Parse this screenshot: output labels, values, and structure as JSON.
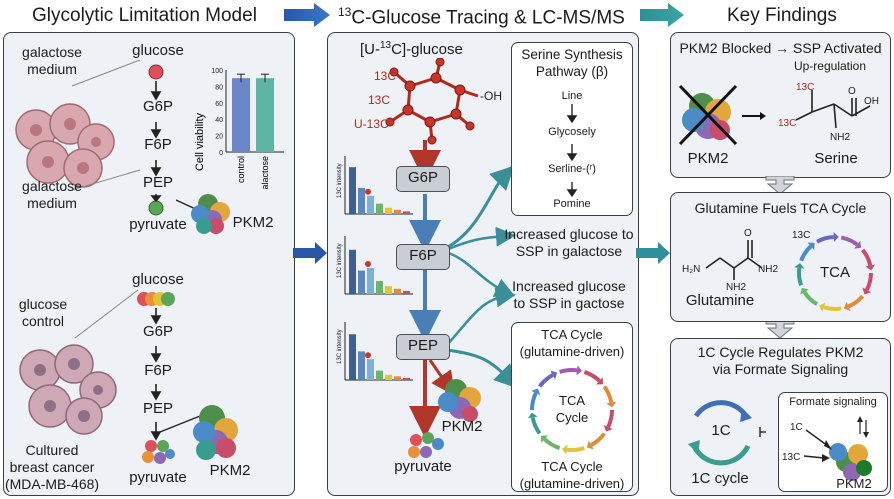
{
  "headers": {
    "left": "Glycolytic Limitation Model",
    "middle": "13C-Glucose Tracing & LC-MS/MS",
    "middle_sup": "13",
    "middle_rest": "C-Glucose Tracing & LC-MS/MS",
    "right": "Key Findings"
  },
  "left": {
    "galactose_medium_top": "galactose\nmedium",
    "galactose_medium_bottom": "galactose\nmedium",
    "pathway_top": [
      "glucose",
      "G6P",
      "F6P",
      "PEP",
      "pyruvate"
    ],
    "pkm2_top": "PKM2",
    "glucose_control": "glucose\ncontrol",
    "cultured": "Cultured\nbreast cancer\n(MDA-MB-468)",
    "pathway_bottom": [
      "glucose",
      "G6P",
      "F6P",
      "PEP",
      "pyruvate"
    ],
    "pkm2_bottom": "PKM2",
    "bar_chart": {
      "ylabel": "Cell viability",
      "categories": [
        "control",
        "galactose"
      ],
      "values": [
        90,
        90
      ],
      "yticks": [
        "0",
        "20",
        "40",
        "60",
        "80",
        "100"
      ],
      "ylim": [
        0,
        100
      ],
      "colors": [
        "#6b86c8",
        "#5fb5a3"
      ]
    }
  },
  "middle": {
    "tracer": "[U-13C]-glucose",
    "tracer_pre": "[U-",
    "tracer_sup": "13",
    "tracer_post": "C]-glucose",
    "c13_labels": [
      "13C",
      "13C",
      "U-13C"
    ],
    "oh": "-OH",
    "g6p": "G6P",
    "f6p": "F6P",
    "pep": "PEP",
    "pyruvate": "pyruvate",
    "pkm2": "PKM2",
    "intensity_label": "13C intensity",
    "ssp_title": "Serine Synthesis\nPathway (β)",
    "ssp_steps": [
      "Line",
      "Glycosely",
      "Serline-(ʳ)",
      "Pomine"
    ],
    "increased_galactose": "Increased glucose to\nSSP in galactose",
    "increased_gactose": "Increased glucose\nto SSP in gactose",
    "tca_title": "TCA Cycle\n(glutamine-driven)",
    "tca_center": "TCA\nCycle",
    "tca_bottom": "TCA Cycle\n(glutamine-driven)"
  },
  "right": {
    "panel1_title": "PKM2 Blocked → SSP Activated",
    "upregulation": "Up-regulation",
    "pkm2": "PKM2",
    "serine": "Serine",
    "c13a": "13C",
    "c13b": "13C",
    "oh": "OH",
    "nh2": "NH2",
    "o": "O",
    "panel2_title": "Glutamine Fuels TCA Cycle",
    "glutamine": "Glutamine",
    "tca": "TCA",
    "c13c": "13C",
    "panel3_title": "1C Cycle Regulates PKM2\nvia Formate Signaling",
    "one_c": "1C",
    "one_c_cycle": "1C cycle",
    "formate": "Formate signaling",
    "c1": "1C",
    "c13d": "13C",
    "pkm2b": "PKM2"
  }
}
